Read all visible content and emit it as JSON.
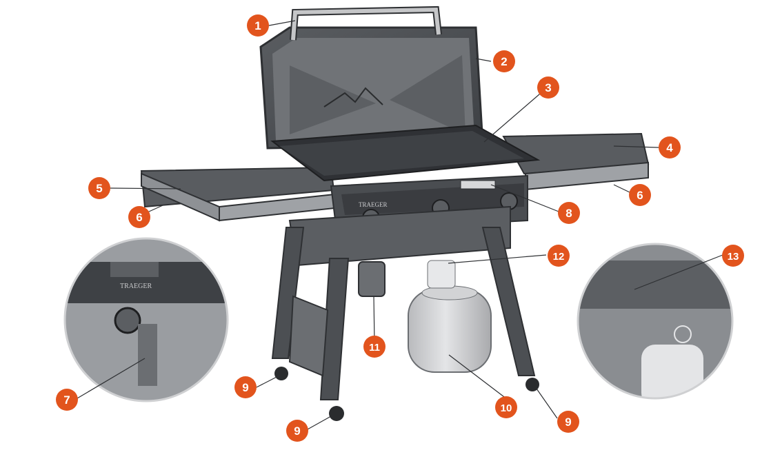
{
  "colors": {
    "callout": "#e2541d",
    "body_dark": "#4a4d51",
    "body_mid": "#6b6e72",
    "body_light": "#8e9195",
    "tank": "#cfd0d2"
  },
  "brand_text": "TRAEGER",
  "callouts": {
    "c1": "1",
    "c2": "2",
    "c3": "3",
    "c4": "4",
    "c5": "5",
    "c6a": "6",
    "c6b": "6",
    "c7": "7",
    "c8": "8",
    "c9a": "9",
    "c9b": "9",
    "c9c": "9",
    "c10": "10",
    "c11": "11",
    "c12": "12",
    "c13": "13"
  }
}
